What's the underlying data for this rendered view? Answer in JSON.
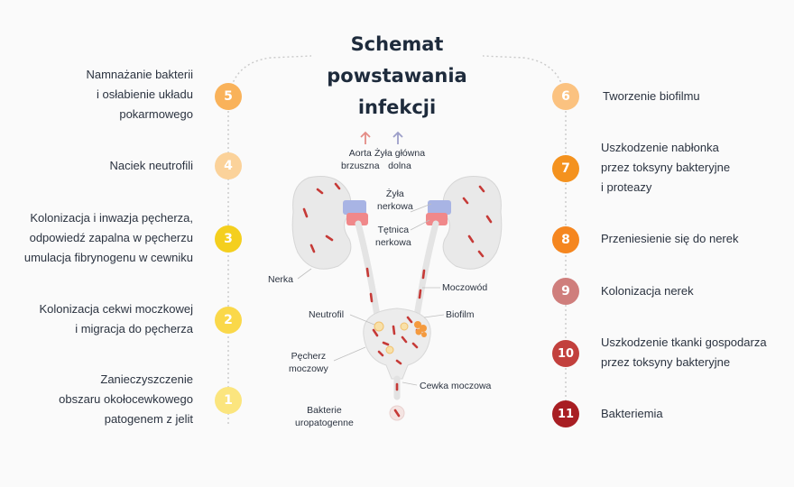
{
  "title": {
    "line1": "Schemat",
    "line2": "powstawania",
    "line3": "infekcji"
  },
  "steps_left": [
    {
      "number": "5",
      "lines": [
        "Namnażanie bakterii",
        "i osłabienie układu",
        "pokarmowego"
      ],
      "color": "#f9b25a"
    },
    {
      "number": "4",
      "lines": [
        "Naciek neutrofili"
      ],
      "color": "#fbd29a"
    },
    {
      "number": "3",
      "lines": [
        "Kolonizacja i inwazja pęcherza,",
        "odpowiedź zapalna w pęcherzu",
        "umulacja fibrynogenu w cewniku"
      ],
      "color": "#f4cf1e"
    },
    {
      "number": "2",
      "lines": [
        "Kolonizacja cekwi moczkowej",
        "i migracja do pęcherza"
      ],
      "color": "#fad84a"
    },
    {
      "number": "1",
      "lines": [
        "Zanieczyszczenie",
        "obszaru okołocewkowego",
        "patogenem z jelit"
      ],
      "color": "#fbe57e"
    }
  ],
  "steps_right": [
    {
      "number": "6",
      "lines": [
        "Tworzenie biofilmu"
      ],
      "color": "#fbc280"
    },
    {
      "number": "7",
      "lines": [
        "Uszkodzenie nabłonka",
        "przez toksyny bakteryjne",
        "i proteazy"
      ],
      "color": "#f4921e"
    },
    {
      "number": "8",
      "lines": [
        "Przeniesienie się do nerek"
      ],
      "color": "#f5861f"
    },
    {
      "number": "9",
      "lines": [
        "Kolonizacja nerek"
      ],
      "color": "#cf7e7c"
    },
    {
      "number": "10",
      "lines": [
        "Uszkodzenie tkanki gospodarza",
        "przez toksyny bakteryjne"
      ],
      "color": "#c2403d"
    },
    {
      "number": "11",
      "lines": [
        "Bakteriemia"
      ],
      "color": "#a81e23"
    }
  ],
  "anatomy_labels": {
    "aorta": [
      "Aorta",
      "brzuszna"
    ],
    "vena_cava": [
      "Żyła główna",
      "dolna"
    ],
    "renal_vein": [
      "Żyła",
      "nerkowa"
    ],
    "renal_artery": [
      "Tętnica",
      "nerkowa"
    ],
    "kidney": "Nerka",
    "ureter": "Moczowód",
    "neutrophil": "Neutrofil",
    "biofilm": "Biofilm",
    "bladder": [
      "Pęcherz",
      "moczowy"
    ],
    "urethra": "Cewka moczowa",
    "bacteria": [
      "Bakterie",
      "uropatogenne"
    ]
  },
  "colors": {
    "aorta_arrow": "#e48c86",
    "vena_arrow": "#9d9fc9",
    "artery": "#f0888a",
    "vein": "#a8b4e4",
    "bacteria": "#c63a37",
    "organ": "#e8e8e8"
  }
}
